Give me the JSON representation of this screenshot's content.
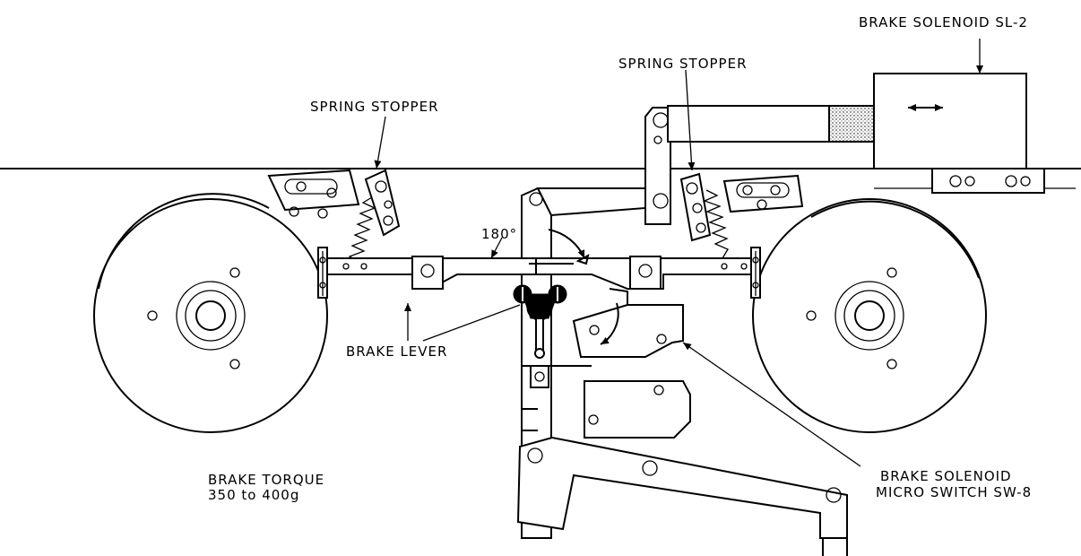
{
  "labels": {
    "brake_solenoid_sl2": "BRAKE SOLENOID SL-2",
    "spring_stopper_left": "SPRING STOPPER",
    "spring_stopper_right": "SPRING STOPPER",
    "angle": "180°",
    "brake_lever": "BRAKE LEVER",
    "brake_torque_line1": "BRAKE TORQUE",
    "brake_torque_line2": "350 to 400g",
    "micro_switch_line1": "BRAKE SOLENOID",
    "micro_switch_line2": "MICRO SWITCH SW-8"
  }
}
